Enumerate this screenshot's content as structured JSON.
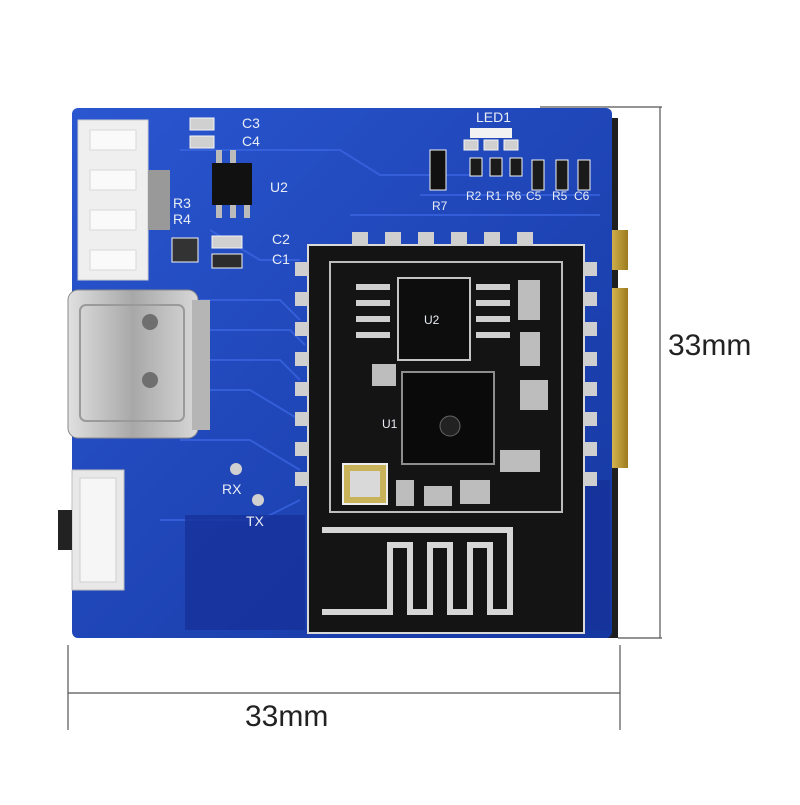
{
  "dimensions": {
    "height_label": "33mm",
    "width_label": "33mm"
  },
  "silkscreen": {
    "led": "LED1",
    "c3": "C3",
    "c4": "C4",
    "u2": "U2",
    "r3": "R3",
    "r4": "R4",
    "c2": "C2",
    "c1": "C1",
    "r7": "R7",
    "r2": "R2",
    "r1": "R1",
    "r6": "R6",
    "c5": "C5",
    "r5": "R5",
    "c6": "C6",
    "rx": "RX",
    "tx": "TX",
    "module_u2": "U2",
    "module_u1": "U1"
  },
  "colors": {
    "pcb": "#1a3fae",
    "pcb_dark": "#10296f",
    "module_mask": "#141414",
    "gold": "#c9a23a",
    "silver": "#c8c8c8"
  }
}
